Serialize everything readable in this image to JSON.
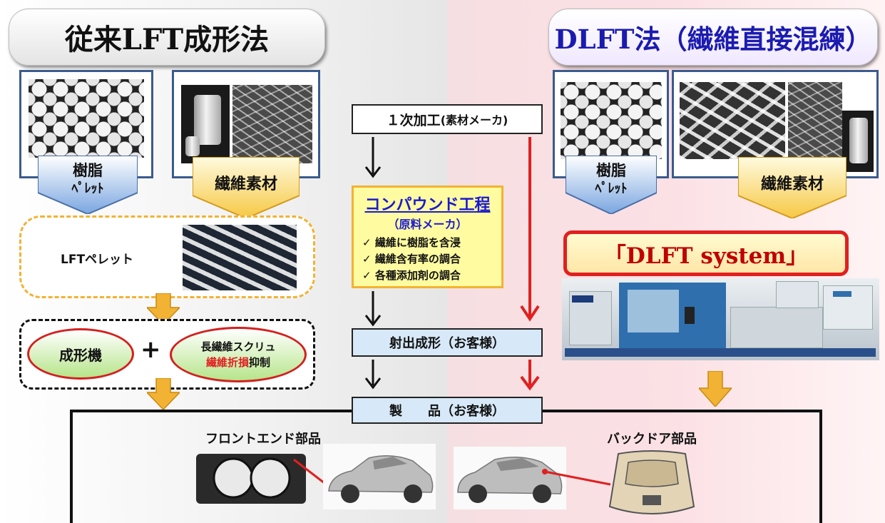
{
  "left": {
    "title": "従来LFT成形法",
    "resin_label_1": "樹脂",
    "resin_label_2": "ﾍﾟﾚｯﾄ",
    "fiber_label": "繊維素材",
    "lft_pellet_label": "LFTペレット",
    "machine_label": "成形機",
    "plus": "+",
    "screw_label_1": "長繊維スクリュ",
    "screw_label_red": "繊維折損",
    "screw_label_black": "抑制"
  },
  "center": {
    "step1": "１次加工",
    "step1_note": "(素材メーカ)",
    "compound_title": "コンパウンド工程",
    "compound_sub": "（原料メーカ）",
    "checks": [
      "繊維に樹脂を含浸",
      "繊維含有率の調合",
      "各種添加剤の調合"
    ],
    "check_mark": "✓",
    "injection": "射出成形（お客様）",
    "product": "製　　品（お客様）"
  },
  "right": {
    "title": "DLFT法（繊維直接混練）",
    "resin_label_1": "樹脂",
    "resin_label_2": "ﾍﾟﾚｯﾄ",
    "fiber_label": "繊維素材",
    "system_label": "「DLFT system」"
  },
  "bottom": {
    "front_part": "フロントエンド部品",
    "back_part": "バックドア部品"
  },
  "colors": {
    "frame_blue": "#3a5b8c",
    "arrow_gold": "#f2b233",
    "accent_red": "#e02020",
    "title_blue": "#1b1bb0"
  }
}
